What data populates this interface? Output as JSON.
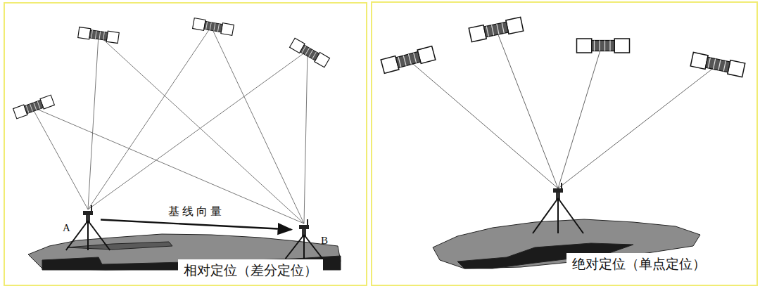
{
  "diagram": {
    "nodes": [
      {
        "text": [
          "相对定位（差分定位）"
        ]
      },
      {
        "text": [
          "A"
        ],
        "in": 0
      },
      {
        "text": [
          "B"
        ],
        "in": 0
      },
      {
        "text": [
          "绝对定位（单点定位）"
        ]
      }
    ],
    "edges": [
      {
        "from": 1,
        "to": 2,
        "arrow": "to",
        "label": "基线向量"
      }
    ]
  }
}
